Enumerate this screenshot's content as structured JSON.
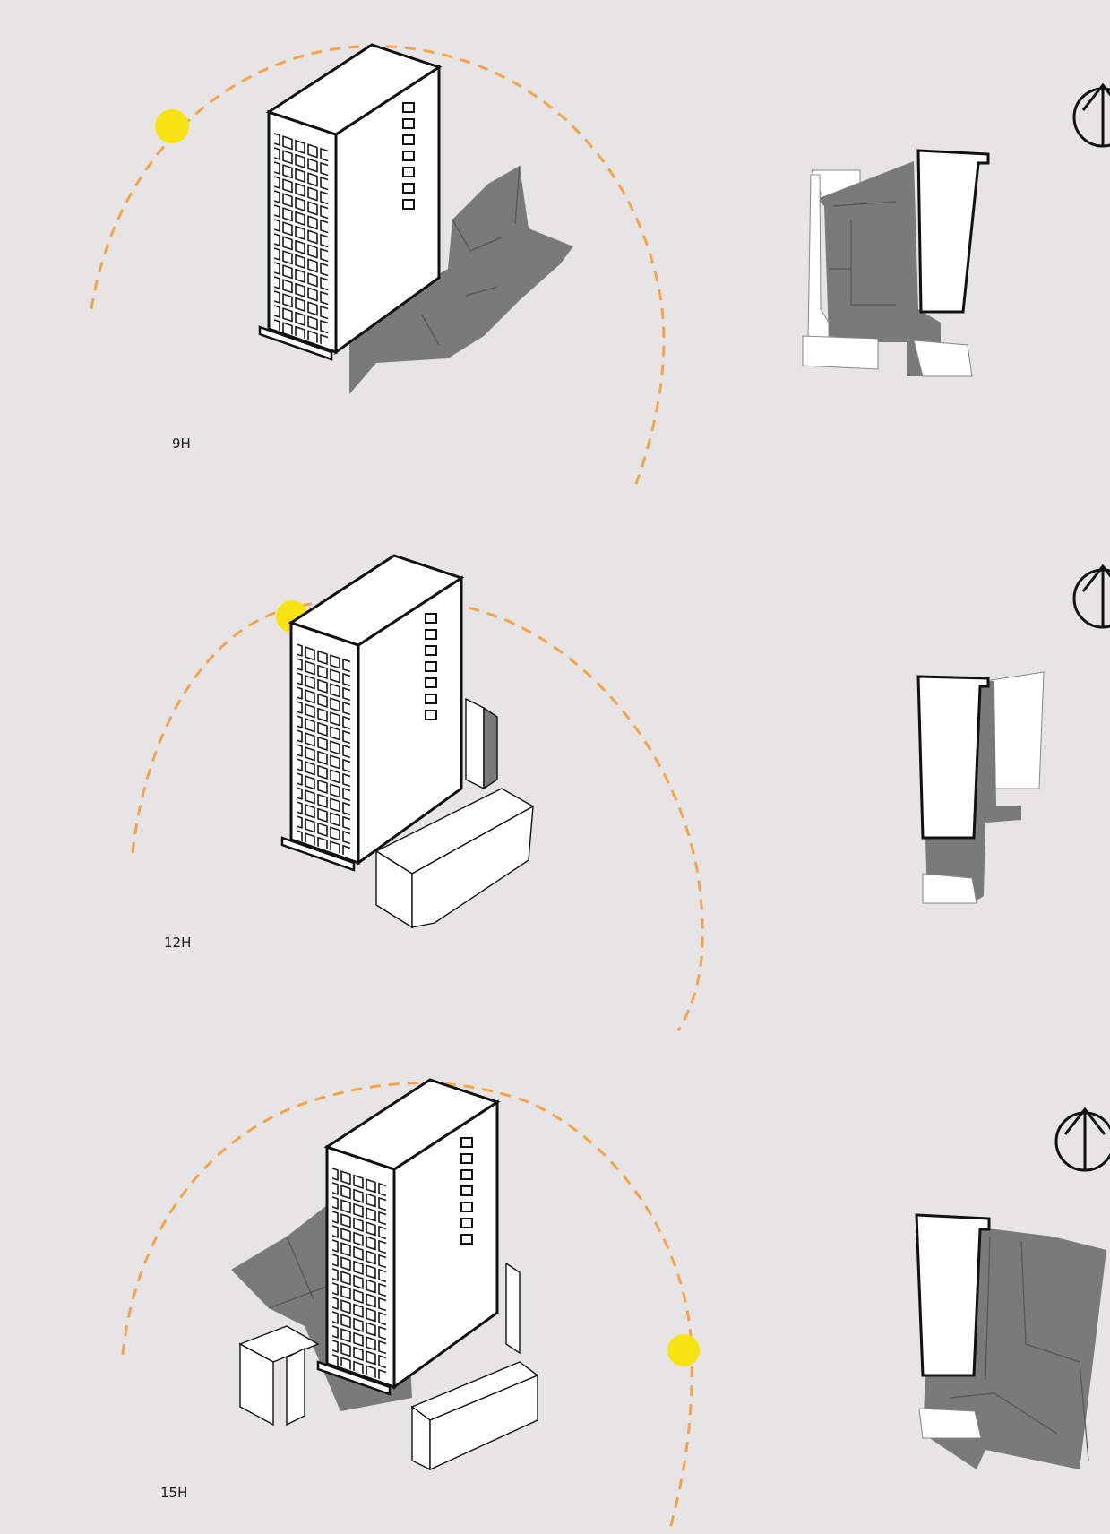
{
  "colors": {
    "background": "#e6e4e5",
    "sun": "#f7e312",
    "sun_path": "#f4a44a",
    "shadow": "#7a7a7a",
    "building_fill": "#ffffff",
    "outline": "#111111"
  },
  "panels": [
    {
      "time_label": "9H"
    },
    {
      "time_label": "12H"
    },
    {
      "time_label": "15H"
    }
  ],
  "icons": {
    "sun": "sun-icon",
    "north_arrow": "north-arrow-icon"
  }
}
